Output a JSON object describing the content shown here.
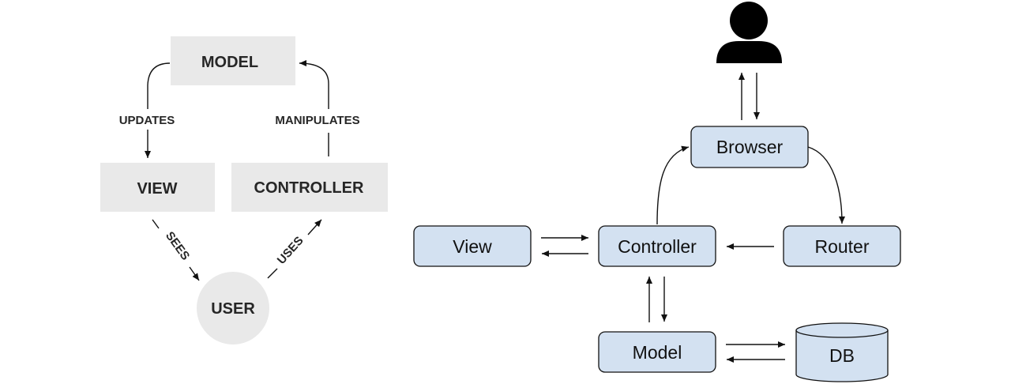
{
  "left_diagram": {
    "nodes": {
      "model": "MODEL",
      "view": "VIEW",
      "controller": "CONTROLLER",
      "user": "USER"
    },
    "edges": {
      "updates": "UPDATES",
      "manipulates": "MANIPULATES",
      "sees": "SEES",
      "uses": "USES"
    }
  },
  "right_diagram": {
    "nodes": {
      "browser": "Browser",
      "view": "View",
      "controller": "Controller",
      "router": "Router",
      "model": "Model",
      "db": "DB"
    },
    "icons": {
      "user": "person-icon"
    }
  },
  "colors": {
    "gray_box": "#e9e9e9",
    "blue_box": "#d3e1f1",
    "stroke": "#111111"
  }
}
